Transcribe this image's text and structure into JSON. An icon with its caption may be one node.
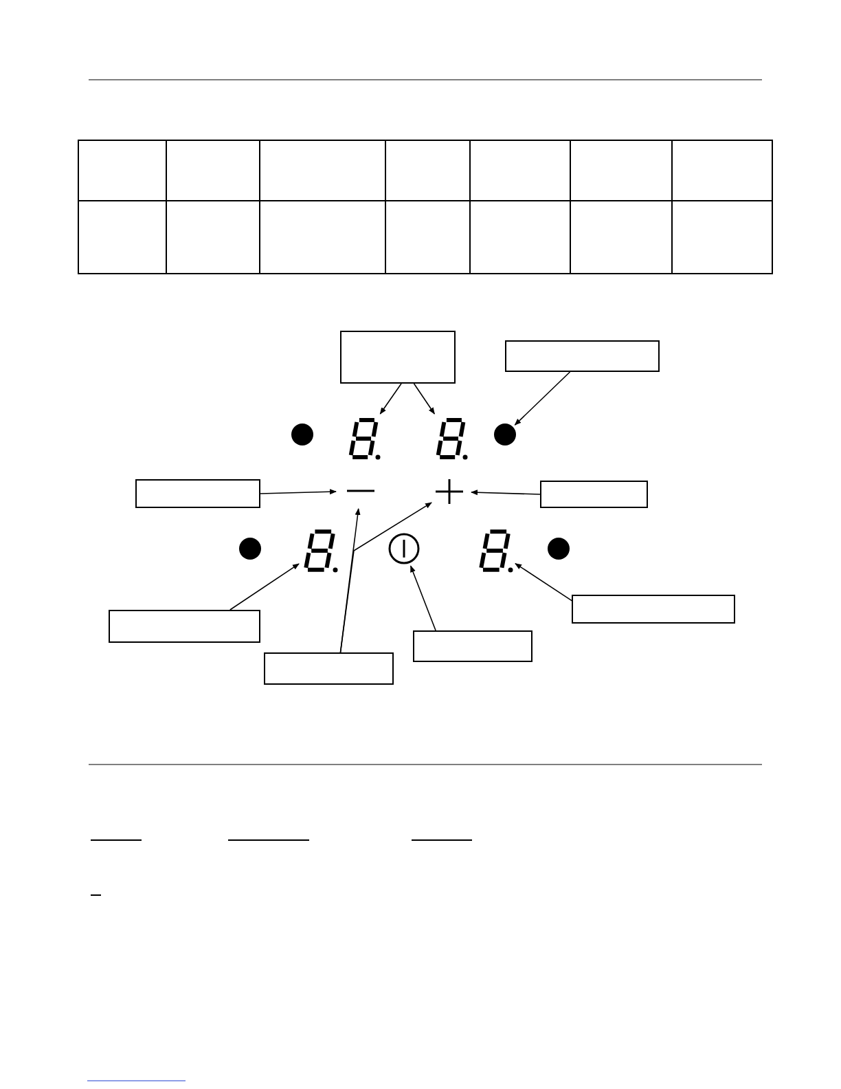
{
  "diagram": {
    "nodes": [
      {
        "text": [],
        "shape": "box"
      },
      {
        "text": [],
        "shape": "box"
      },
      {
        "text": [],
        "shape": "circle"
      },
      {
        "text": [],
        "shape": "display"
      },
      {
        "text": [],
        "shape": "display"
      },
      {
        "text": [],
        "shape": "circle"
      },
      {
        "text": [],
        "shape": "box"
      },
      {
        "text": [],
        "shape": "minus"
      },
      {
        "text": [],
        "shape": "plus"
      },
      {
        "text": [],
        "shape": "box"
      },
      {
        "text": [],
        "shape": "circle"
      },
      {
        "text": [],
        "shape": "display"
      },
      {
        "text": [],
        "shape": "power"
      },
      {
        "text": [],
        "shape": "display"
      },
      {
        "text": [],
        "shape": "circle"
      },
      {
        "text": [],
        "shape": "box"
      },
      {
        "text": [],
        "shape": "box"
      },
      {
        "text": [],
        "shape": "box"
      },
      {
        "text": [],
        "shape": "box"
      }
    ],
    "edges": [
      {
        "from": 0,
        "to": 3,
        "arrow": "to"
      },
      {
        "from": 0,
        "to": 4,
        "arrow": "to"
      },
      {
        "from": 1,
        "to": 5,
        "arrow": "to"
      },
      {
        "from": 6,
        "to": 7,
        "arrow": "to"
      },
      {
        "from": 9,
        "to": 8,
        "arrow": "to"
      },
      {
        "from": 16,
        "to": 11,
        "arrow": "to"
      },
      {
        "from": 18,
        "to": 7,
        "arrow": "to"
      },
      {
        "from": 18,
        "to": 8,
        "arrow": "to"
      },
      {
        "from": 17,
        "to": 12,
        "arrow": "to"
      },
      {
        "from": 15,
        "to": 13,
        "arrow": "to"
      }
    ]
  }
}
